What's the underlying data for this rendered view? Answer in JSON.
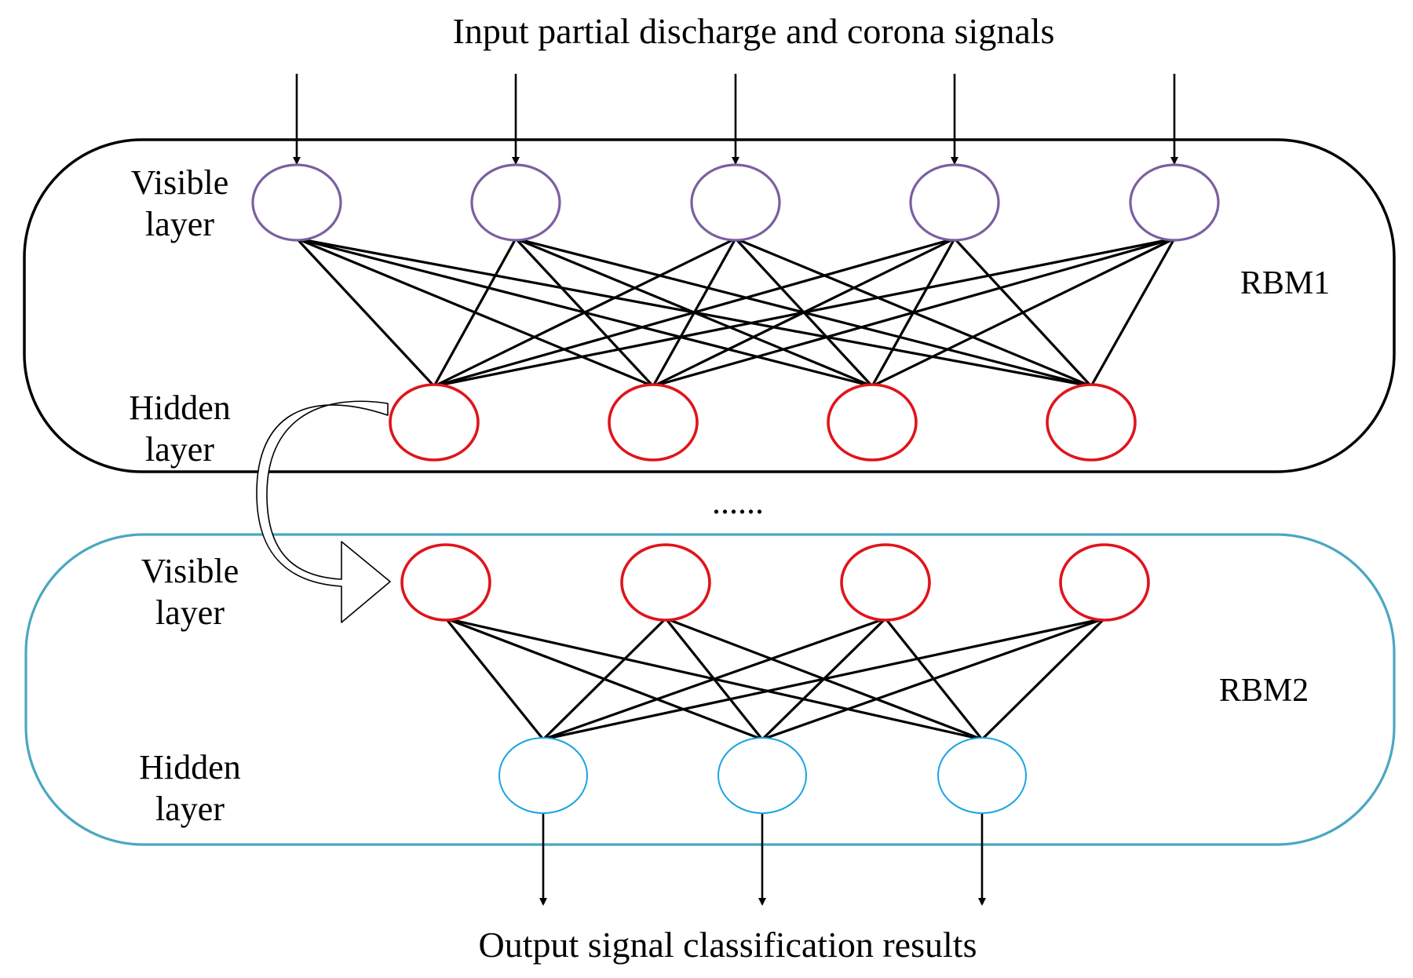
{
  "input_title": "Input partial discharge and corona signals",
  "output_title": "Output signal classification results",
  "ellipsis": "......",
  "rbm1": {
    "name": "RBM1",
    "border_color": "#000000",
    "visible_label_1": "Visible",
    "visible_label_2": "layer",
    "hidden_label_1": "Hidden",
    "hidden_label_2": "layer",
    "visible_units": 5,
    "hidden_units": 4,
    "visible_color": "#7b5fa0",
    "hidden_color": "#e0141b"
  },
  "rbm2": {
    "name": "RBM2",
    "border_color": "#4aa7c2",
    "visible_label_1": "Visible",
    "visible_label_2": "layer",
    "hidden_label_1": "Hidden",
    "hidden_label_2": "layer",
    "visible_units": 4,
    "hidden_units": 3,
    "visible_color": "#e0141b",
    "hidden_color": "#1aa6e0"
  },
  "transfer_arrow": "hollow-curved-arrow"
}
